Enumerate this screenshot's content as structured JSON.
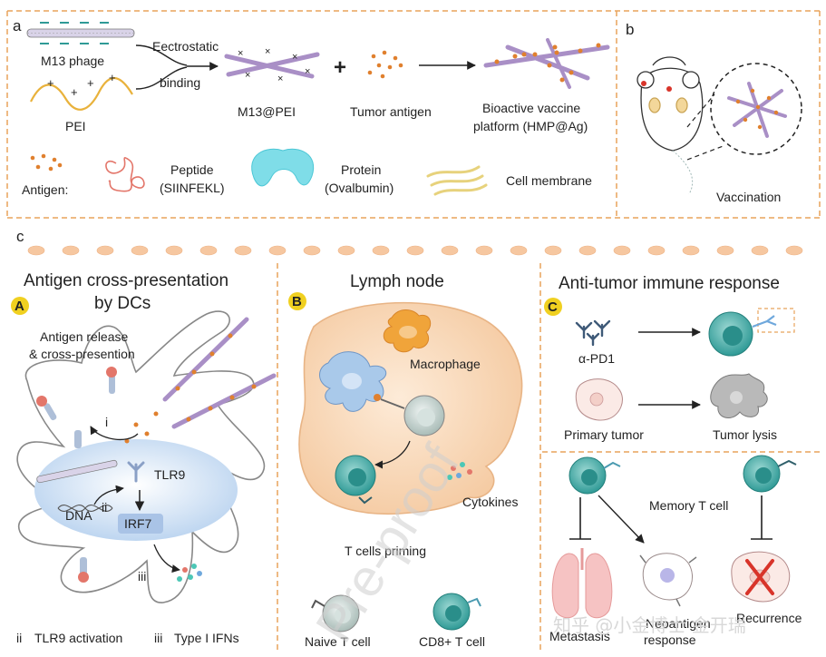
{
  "panel_letters": {
    "a": "a",
    "b": "b",
    "c": "c"
  },
  "panel_a": {
    "phage_label": "M13 phage",
    "pei_label": "PEI",
    "binding_label_1": "Eectrostatic",
    "binding_label_2": "binding",
    "m13pei_label": "M13@PEI",
    "plus": "+",
    "tumor_antigen_label": "Tumor antigen",
    "platform_label_1": "Bioactive vaccine",
    "platform_label_2": "platform (HMP@Ag)",
    "antigen_label": "Antigen:",
    "peptide_label_1": "Peptide",
    "peptide_label_2": "(SIINFEKL)",
    "protein_label_1": "Protein",
    "protein_label_2": "(Ovalbumin)",
    "membrane_label": "Cell membrane"
  },
  "panel_b": {
    "vaccination_label": "Vaccination"
  },
  "section_A": {
    "badge": "A",
    "title_1": "Antigen cross-presentation",
    "title_2": "by DCs",
    "release_1": "Antigen release",
    "release_2": "& cross-presention",
    "step_i": "i",
    "step_ii": "ii",
    "step_iii": "iii",
    "tlr9": "TLR9",
    "dna": "DNA",
    "irf7": "IRF7",
    "legend_ii_num": "ii",
    "legend_ii_text": "TLR9 activation",
    "legend_iii_num": "iii",
    "legend_iii_text": "Type I IFNs"
  },
  "section_B": {
    "badge": "B",
    "title": "Lymph node",
    "macrophage": "Macrophage",
    "cytokines": "Cytokines",
    "priming": "T cells priming",
    "naive": "Naive T cell",
    "cd8": "CD8+ T cell"
  },
  "section_C": {
    "badge": "C",
    "title": "Anti-tumor immune response",
    "apd1": "α-PD1",
    "primary_tumor": "Primary tumor",
    "tumor_lysis": "Tumor lysis",
    "memory": "Memory T cell",
    "metastasis": "Metastasis",
    "response_1": "Neoantigen",
    "response_2": "response",
    "recurrence": "Recurrence"
  },
  "watermark": {
    "pre_proof": "Pre-proof",
    "zhihu": "知乎 @小金博士 金开瑞"
  },
  "colors": {
    "frame": "#e8a45c",
    "lymph_fill": "#f9d9b8",
    "lymph_stroke": "#e8b485",
    "nucleus_fill": "#c4d8ee",
    "tcell_teal": "#2f9a96",
    "tcell_grey": "#b9c8c4",
    "antigen": "#e0802e",
    "phage": "#a98fc6",
    "red_x": "#d8342a",
    "irf7_box": "#a9c3e6"
  }
}
